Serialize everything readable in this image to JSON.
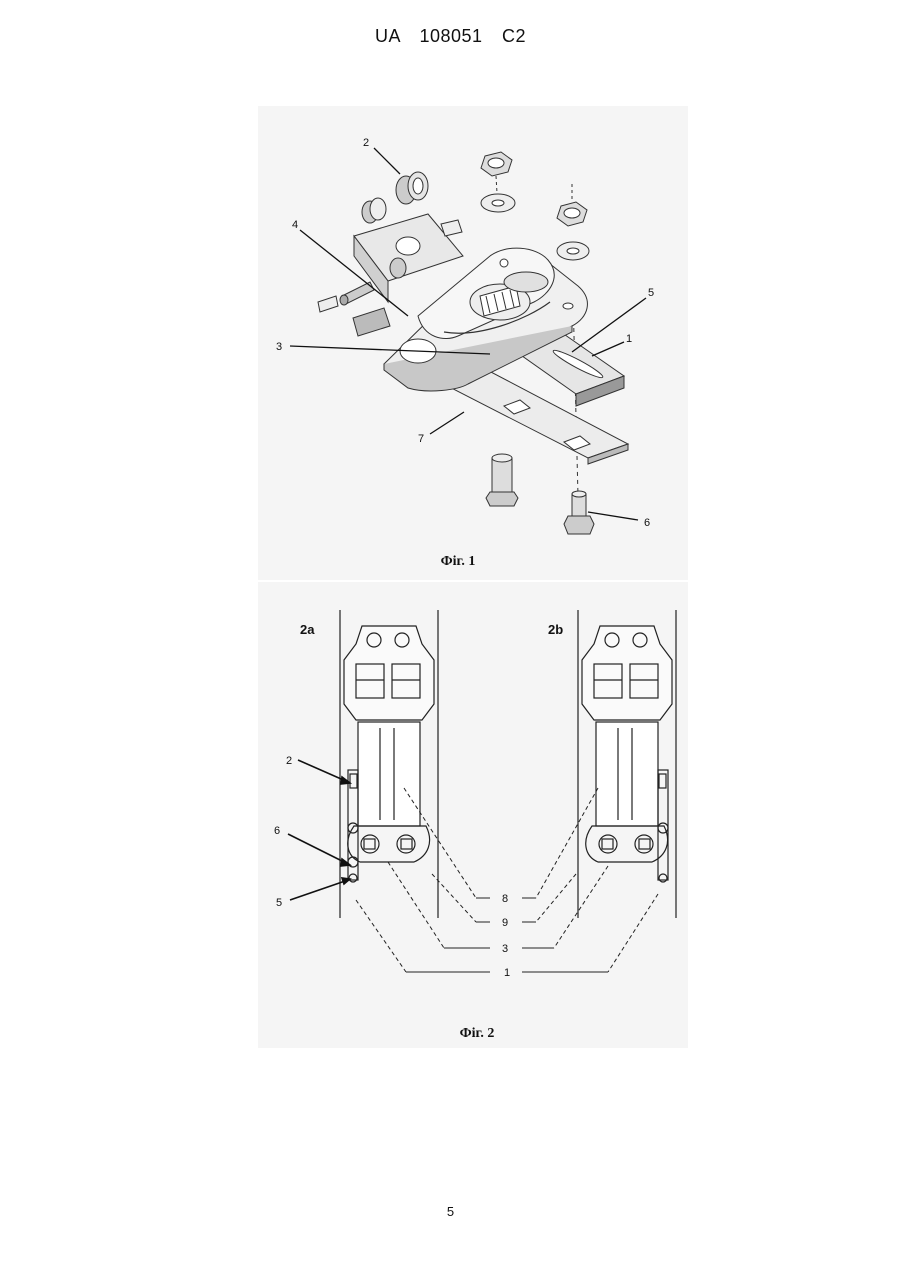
{
  "header": {
    "patent_number": "UA   108051   C2"
  },
  "figure1": {
    "caption": "Фіг. 1",
    "labels": {
      "l2": "2",
      "l4": "4",
      "l3": "3",
      "l5": "5",
      "l1": "1",
      "l7": "7",
      "l6": "6"
    }
  },
  "figure2": {
    "caption": "Фіг. 2",
    "subfig_a": "2a",
    "subfig_b": "2b",
    "labels": {
      "l2": "2",
      "l6": "6",
      "l5": "5",
      "l8": "8",
      "l9": "9",
      "l3": "3",
      "l1": "1"
    }
  },
  "footer": {
    "page_number": "5"
  }
}
